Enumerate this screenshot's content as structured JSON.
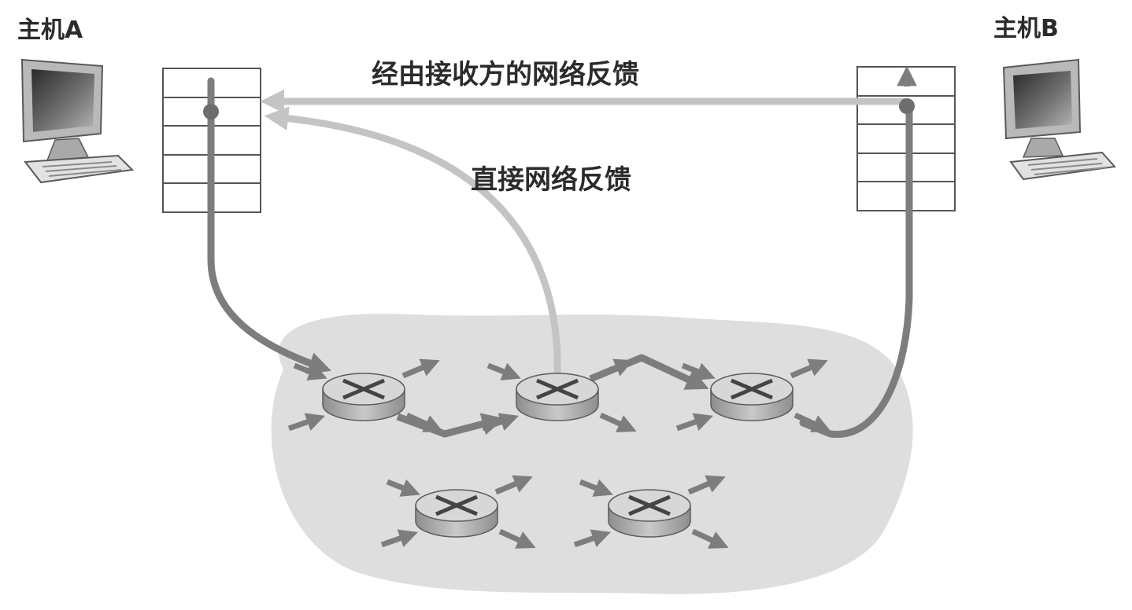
{
  "hosts": {
    "a": {
      "label": "主机A",
      "icon": "desktop-computer-icon"
    },
    "b": {
      "label": "主机B",
      "icon": "desktop-computer-icon"
    }
  },
  "feedback": {
    "via_receiver": "经由接收方的网络反馈",
    "direct": "直接网络反馈"
  },
  "colors": {
    "network_cloud": "#dedede",
    "data_path": "#7d7d7d",
    "feedback_path": "#c4c4c4",
    "router_body": "#d7d7d7",
    "buffer_stroke": "#555555"
  }
}
